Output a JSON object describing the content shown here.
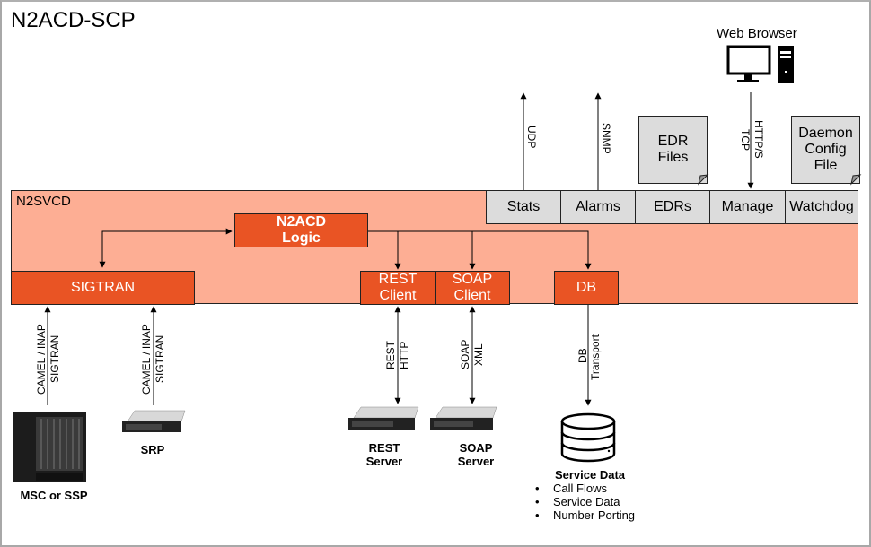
{
  "title": "N2ACD-SCP",
  "core": {
    "label": "N2SVCD",
    "logic": {
      "line1": "N2ACD",
      "line2": "Logic"
    },
    "sigtran": "SIGTRAN",
    "rest_client": {
      "line1": "REST",
      "line2": "Client"
    },
    "soap_client": {
      "line1": "SOAP",
      "line2": "Client"
    },
    "db": "DB"
  },
  "tabs": [
    {
      "label": "Stats"
    },
    {
      "label": "Alarms"
    },
    {
      "label": "EDRs"
    },
    {
      "label": "Manage"
    },
    {
      "label": "Watchdog"
    }
  ],
  "top": {
    "udp_label": "UDP",
    "snmp_label": "SNMP",
    "edr_files": {
      "line1": "EDR",
      "line2": "Files"
    },
    "web_browser": "Web Browser",
    "http_label": {
      "line1": "HTTP/S",
      "line2": "TCP"
    },
    "daemon_config": {
      "line1": "Daemon",
      "line2": "Config",
      "line3": "File"
    }
  },
  "bottom": {
    "msc_link": {
      "line1": "CAMEL / INAP",
      "line2": "SIGTRAN"
    },
    "srp_link": {
      "line1": "CAMEL / INAP",
      "line2": "SIGTRAN"
    },
    "rest_link": {
      "line1": "REST",
      "line2": "HTTP"
    },
    "soap_link": {
      "line1": "SOAP",
      "line2": "XML"
    },
    "db_link": {
      "line1": "DB",
      "line2": "Transport"
    },
    "msc_label": "MSC or SSP",
    "srp_label": "SRP",
    "rest_server": {
      "line1": "REST",
      "line2": "Server"
    },
    "soap_server": {
      "line1": "SOAP",
      "line2": "Server"
    },
    "service_data": {
      "title": "Service Data",
      "items": [
        "Call Flows",
        "Service Data",
        "Number Porting"
      ]
    }
  },
  "colors": {
    "core_bg": "#fdae94",
    "component_bg": "#e95424",
    "tab_bg": "#dcdcdc"
  }
}
